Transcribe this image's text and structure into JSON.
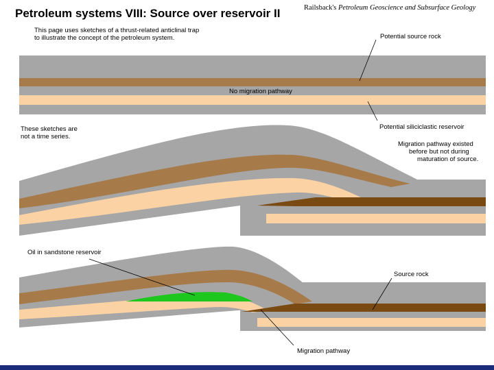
{
  "title": "Petroleum systems VIII: Source over reservoir II",
  "credit": {
    "prefix": "Railsback's ",
    "italic": "Petroleum Geoscience and Subsurface Geology"
  },
  "intro": {
    "line1": "This page uses sketches of a thrust-related anticlinal trap",
    "line2": "to illustrate the concept of the petroleum system."
  },
  "labels": {
    "potential_source_rock": "Potential source rock",
    "no_migration_pathway": "No migration pathway",
    "potential_reservoir": "Potential siliciclastic reservoir",
    "not_time_series_1": "These sketches are",
    "not_time_series_2": "not a time series.",
    "migration_existed_1": "Migration pathway existed",
    "migration_existed_2": "before but not during",
    "migration_existed_3": "maturation of source.",
    "oil_in_reservoir": "Oil in sandstone reservoir",
    "source_rock": "Source rock",
    "migration_pathway": "Migration pathway"
  },
  "colors": {
    "shale_gray": "#a6a6a6",
    "source_brown": "#a77a4a",
    "mature_source_brown": "#7a4a13",
    "reservoir_sand": "#fbd2a4",
    "oil_green": "#1ec71e",
    "bottom_bar": "#1c2a7a"
  }
}
